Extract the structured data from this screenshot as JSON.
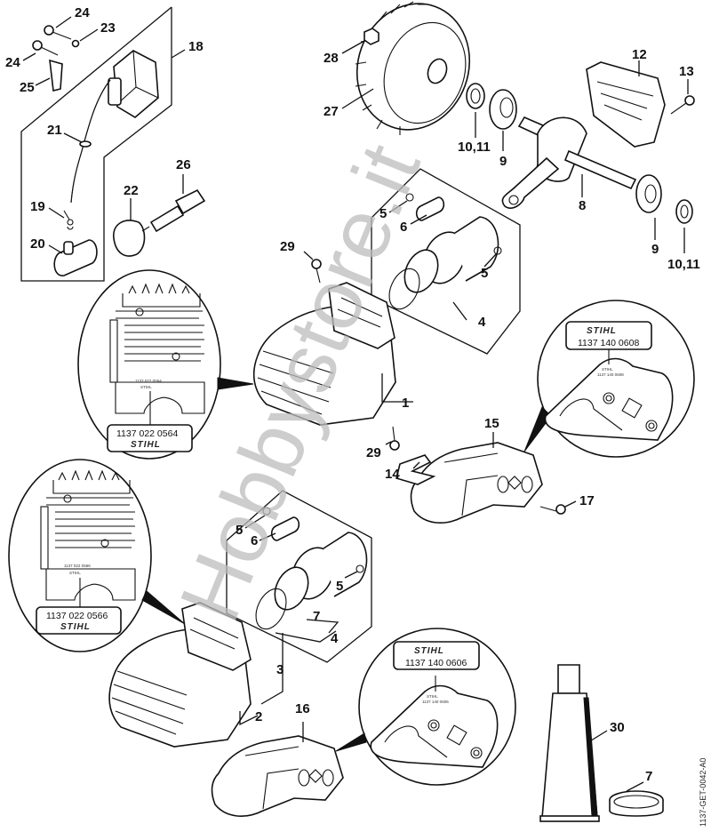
{
  "diagram": {
    "title": "STIHL cylinder / crankshaft / ignition exploded parts diagram",
    "reference_code": "1137-GET-0042-A0",
    "watermark": "Hobbystore.it",
    "brand": "STIHL",
    "callouts": [
      {
        "id": "c24a",
        "text": "24",
        "part": "screw"
      },
      {
        "id": "c23",
        "text": "23",
        "part": "washer"
      },
      {
        "id": "c24b",
        "text": "24",
        "part": "screw"
      },
      {
        "id": "c25",
        "text": "25",
        "part": "clip"
      },
      {
        "id": "c18",
        "text": "18",
        "part": "ignition module group"
      },
      {
        "id": "c21",
        "text": "21",
        "part": "ignition lead"
      },
      {
        "id": "c19",
        "text": "19",
        "part": "spring leg"
      },
      {
        "id": "c20",
        "text": "20",
        "part": "spark plug boot"
      },
      {
        "id": "c22",
        "text": "22",
        "part": "cap"
      },
      {
        "id": "c26",
        "text": "26",
        "part": "spark plug"
      },
      {
        "id": "c28",
        "text": "28",
        "part": "nut"
      },
      {
        "id": "c27",
        "text": "27",
        "part": "flywheel"
      },
      {
        "id": "c1011a",
        "text": "10,11",
        "part": "oil seal"
      },
      {
        "id": "c9a",
        "text": "9",
        "part": "ball bearing"
      },
      {
        "id": "c12",
        "text": "12",
        "part": "crankcase half"
      },
      {
        "id": "c13",
        "text": "13",
        "part": "screw"
      },
      {
        "id": "c8",
        "text": "8",
        "part": "crankshaft"
      },
      {
        "id": "c9b",
        "text": "9",
        "part": "ball bearing"
      },
      {
        "id": "c1011b",
        "text": "10,11",
        "part": "oil seal"
      },
      {
        "id": "c29a",
        "text": "29",
        "part": "screw"
      },
      {
        "id": "c5a",
        "text": "5",
        "part": "circlip"
      },
      {
        "id": "c6a",
        "text": "6",
        "part": "piston pin"
      },
      {
        "id": "c5b",
        "text": "5",
        "part": "circlip"
      },
      {
        "id": "c4a",
        "text": "4",
        "part": "piston ring set"
      },
      {
        "id": "c1",
        "text": "1",
        "part": "cylinder with piston"
      },
      {
        "id": "c29b",
        "text": "29",
        "part": "screw"
      },
      {
        "id": "c14",
        "text": "14",
        "part": "gasket"
      },
      {
        "id": "c15",
        "text": "15",
        "part": "muffler"
      },
      {
        "id": "c17",
        "text": "17",
        "part": "screw"
      },
      {
        "id": "c5c",
        "text": "5",
        "part": "circlip"
      },
      {
        "id": "c6b",
        "text": "6",
        "part": "piston pin"
      },
      {
        "id": "c5d",
        "text": "5",
        "part": "circlip"
      },
      {
        "id": "c7a",
        "text": "7",
        "part": "piston ring"
      },
      {
        "id": "c4b",
        "text": "4",
        "part": "piston ring set"
      },
      {
        "id": "c3",
        "text": "3",
        "part": "cylinder with piston"
      },
      {
        "id": "c2",
        "text": "2",
        "part": "cylinder"
      },
      {
        "id": "c16",
        "text": "16",
        "part": "muffler"
      },
      {
        "id": "c30",
        "text": "30",
        "part": "grease tube"
      },
      {
        "id": "c7b",
        "text": "7",
        "part": "piston ring"
      }
    ],
    "detail_labels": {
      "cylinder_upper": {
        "code": "1137 022 0564",
        "brand": "STIHL"
      },
      "cylinder_lower": {
        "code": "1137 022 0566",
        "brand": "STIHL"
      },
      "muffler_upper": {
        "code": "1137 140 0608",
        "brand": "STIHL"
      },
      "muffler_lower": {
        "code": "1137 140 0606",
        "brand": "STIHL"
      }
    }
  }
}
